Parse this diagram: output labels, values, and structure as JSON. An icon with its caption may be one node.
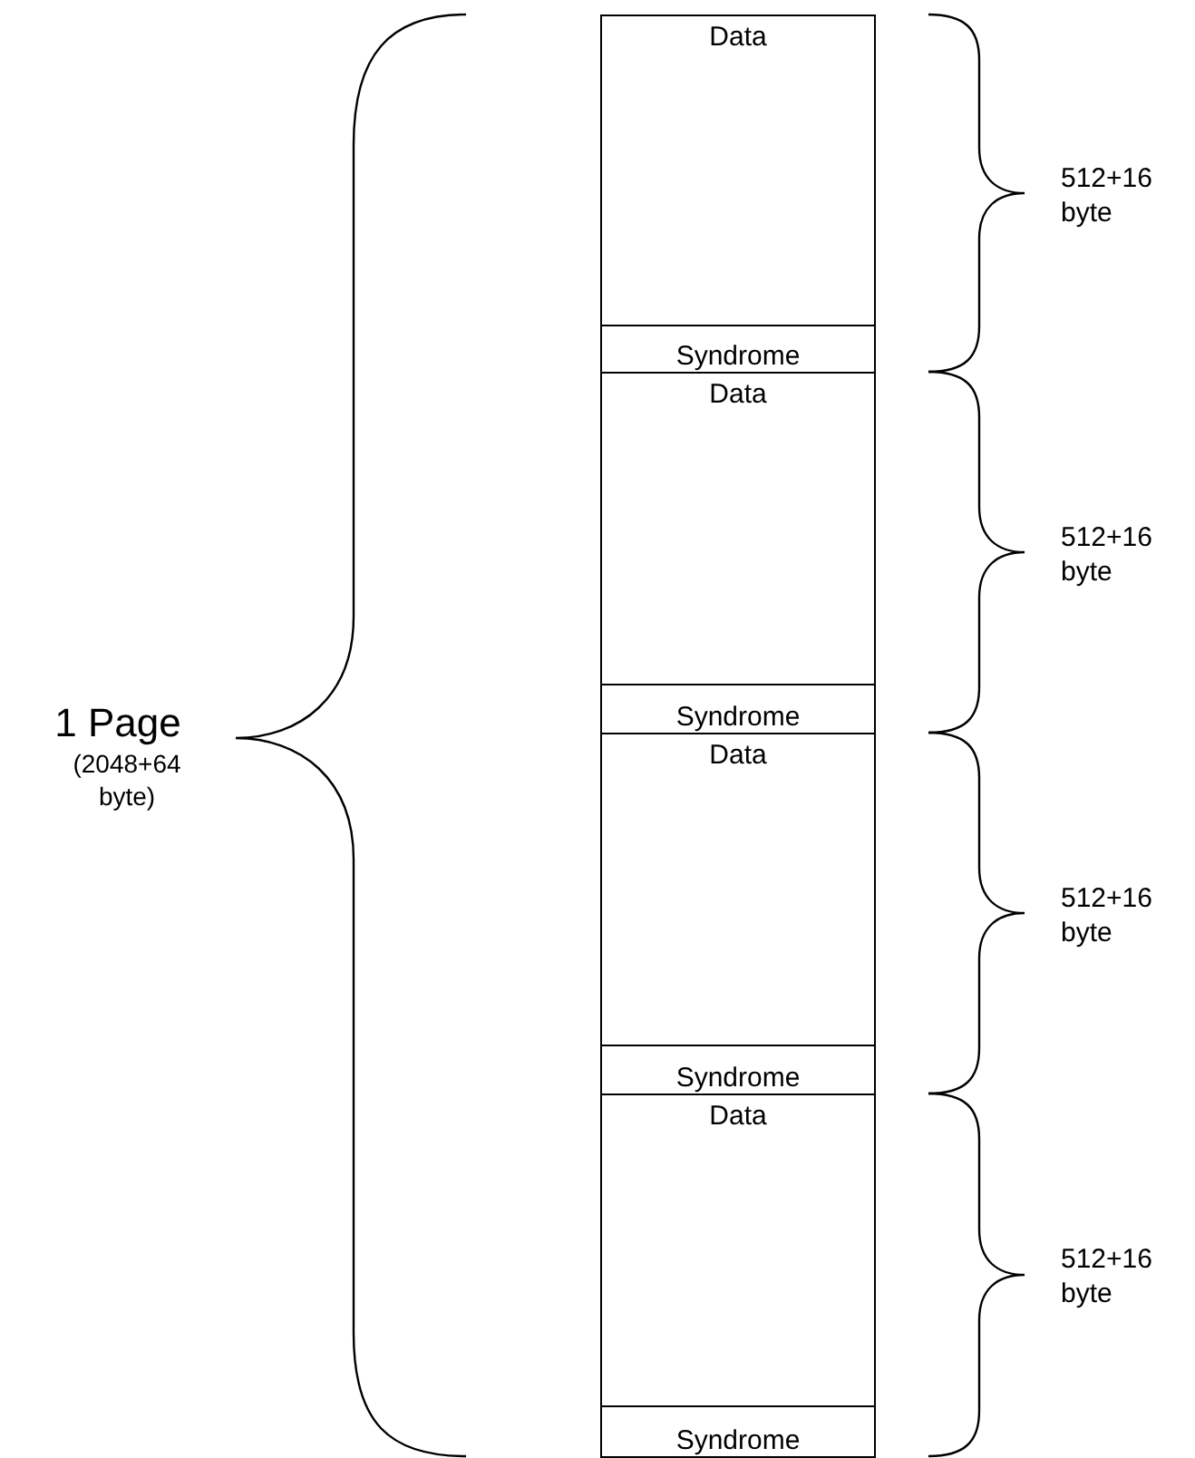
{
  "diagram": {
    "nodes": [
      {
        "text": [
          "Data"
        ]
      },
      {
        "text": [
          "Syndrome"
        ]
      },
      {
        "text": [
          "Data"
        ]
      },
      {
        "text": [
          "Syndrome"
        ]
      },
      {
        "text": [
          "Data"
        ]
      },
      {
        "text": [
          "Syndrome"
        ]
      },
      {
        "text": [
          "Data"
        ]
      },
      {
        "text": [
          "Syndrome"
        ]
      }
    ],
    "labels": [
      "1 Page",
      "(2048+64 byte)",
      "512+16 byte",
      "512+16 byte",
      "512+16 byte",
      "512+16 byte"
    ]
  }
}
